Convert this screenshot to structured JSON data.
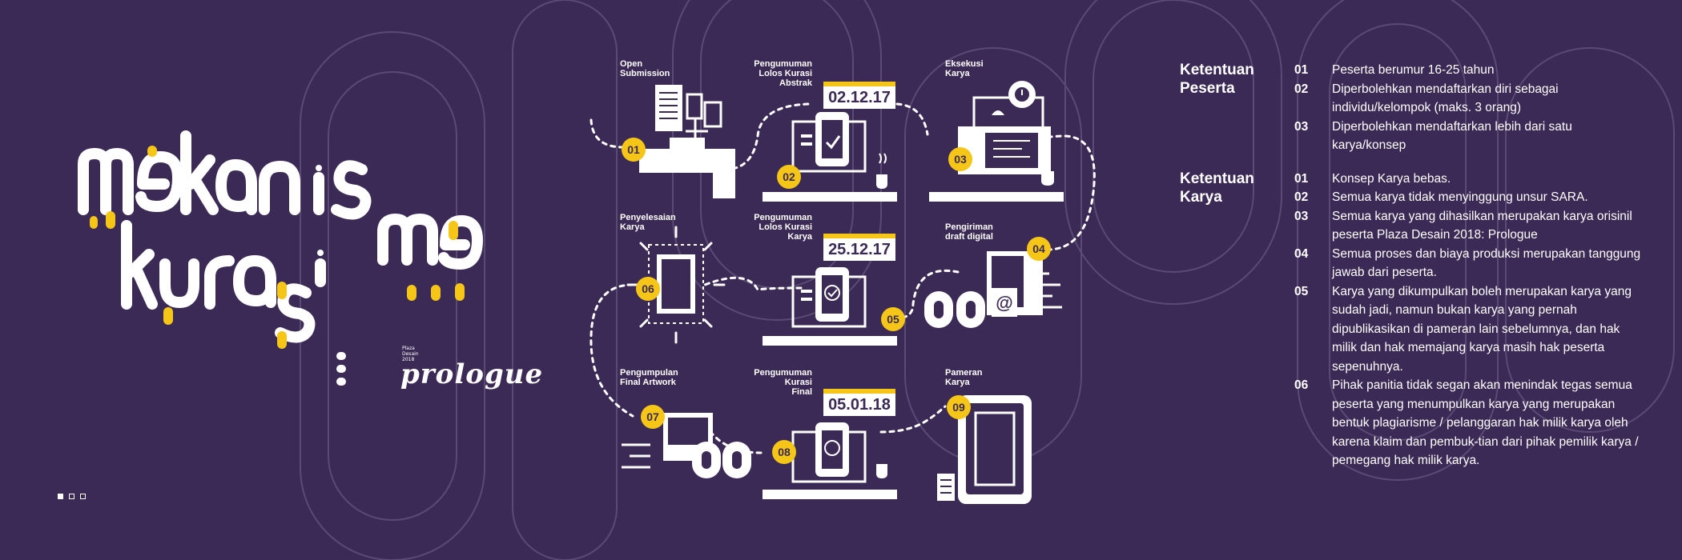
{
  "brand": {
    "headline": "mekanisme kurasi",
    "logo_small": [
      "Plaza",
      "Desain",
      "2018"
    ],
    "logo_word": "prologue"
  },
  "pagination": {
    "count": 3,
    "active": 0
  },
  "colors": {
    "background": "#3b2a56",
    "accent": "#f5c518",
    "foreground": "#ffffff"
  },
  "flow": {
    "steps": [
      {
        "num": "01",
        "label": [
          "Open",
          "Submission"
        ],
        "date": "",
        "icon": "submission-icon"
      },
      {
        "num": "02",
        "label": [
          "Pengumuman",
          "Lolos Kurasi",
          "Abstrak"
        ],
        "date": "02.12.17",
        "icon": "announcement-laptop-icon"
      },
      {
        "num": "03",
        "label": [
          "Eksekusi",
          "Karya"
        ],
        "date": "",
        "icon": "execution-laptop-icon"
      },
      {
        "num": "04",
        "label": [
          "Pengiriman",
          "draft digital"
        ],
        "date": "",
        "icon": "email-send-icon"
      },
      {
        "num": "05",
        "label": [
          "Pengumuman",
          "Lolos Kurasi",
          "Karya"
        ],
        "date": "25.12.17",
        "icon": "announcement-laptop-icon"
      },
      {
        "num": "06",
        "label": [
          "Penyelesaian",
          "Karya"
        ],
        "date": "",
        "icon": "artwork-finish-icon"
      },
      {
        "num": "07",
        "label": [
          "Pengumpulan",
          "Final Artwork"
        ],
        "date": "",
        "icon": "delivery-icon"
      },
      {
        "num": "08",
        "label": [
          "Pengumuman",
          "Kurasi",
          "Final"
        ],
        "date": "05.01.18",
        "icon": "announcement-laptop-icon"
      },
      {
        "num": "09",
        "label": [
          "Pameran",
          "Karya"
        ],
        "date": "",
        "icon": "exhibition-frame-icon"
      }
    ]
  },
  "rules": [
    {
      "title": "Ketentuan Peserta",
      "items": [
        {
          "num": "01",
          "text": "Peserta berumur 16-25 tahun"
        },
        {
          "num": "02",
          "text": "Diperbolehkan mendaftarkan diri sebagai individu/kelompok (maks. 3 orang)"
        },
        {
          "num": "03",
          "text": "Diperbolehkan mendaftarkan lebih dari satu karya/konsep"
        }
      ]
    },
    {
      "title": "Ketentuan Karya",
      "items": [
        {
          "num": "01",
          "text": "Konsep Karya bebas."
        },
        {
          "num": "02",
          "text": "Semua karya tidak menyinggung unsur SARA."
        },
        {
          "num": "03",
          "text": "Semua karya yang dihasilkan merupakan karya orisinil peserta Plaza Desain 2018: Prologue"
        },
        {
          "num": "04",
          "text": "Semua proses dan biaya produksi merupakan tanggung jawab dari peserta."
        },
        {
          "num": "05",
          "text": "Karya yang dikumpulkan boleh merupakan karya yang sudah jadi, namun bukan karya yang pernah dipublikasikan di pameran lain sebelumnya, dan hak milik dan hak memajang karya masih  hak peserta sepenuhnya."
        },
        {
          "num": "06",
          "text": "Pihak panitia tidak segan akan menindak tegas semua peserta yang menumpulkan karya yang merupakan bentuk plagiarisme / pelanggaran hak milik karya oleh karena klaim dan pembuk-tian dari pihak pemilik karya / pemegang hak milik karya."
        }
      ]
    }
  ]
}
